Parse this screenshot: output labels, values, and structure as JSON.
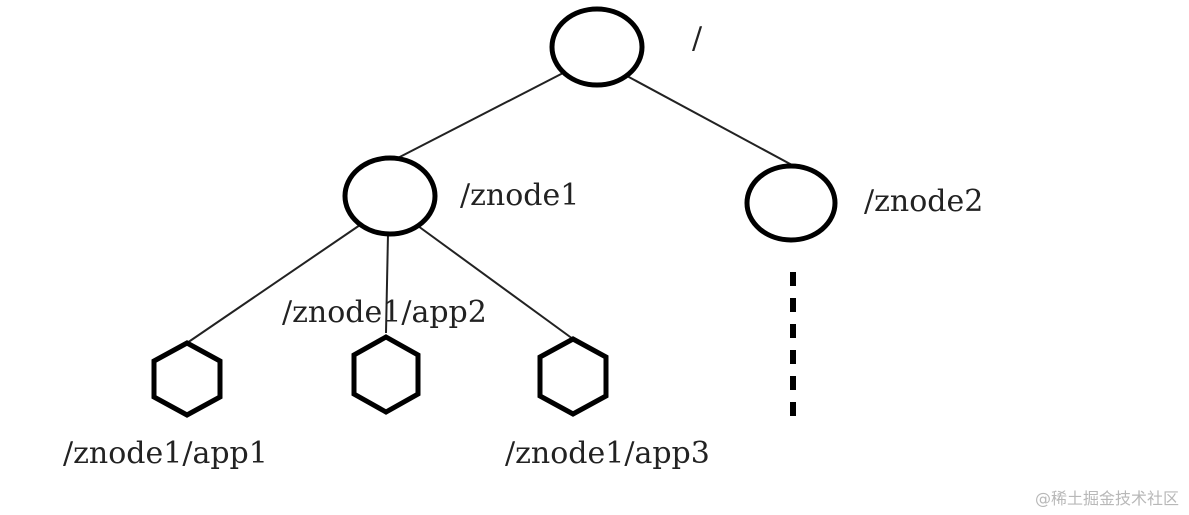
{
  "tree": {
    "root": {
      "label": "/"
    },
    "znode1": {
      "label": "/znode1"
    },
    "znode2": {
      "label": "/znode2"
    },
    "app1": {
      "label": "/znode1/app1"
    },
    "app2": {
      "label": "/znode1/app2"
    },
    "app3": {
      "label": "/znode1/app3"
    }
  },
  "watermark": "@稀土掘金技术社区"
}
